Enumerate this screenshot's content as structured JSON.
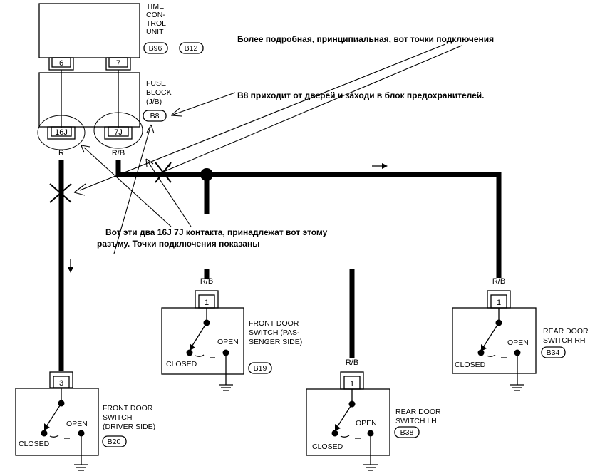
{
  "time_control_unit": {
    "name_lines": [
      "TIME",
      "CON-",
      "TROL",
      "UNIT"
    ],
    "connectors": [
      "B96",
      "B12"
    ],
    "separator": ",",
    "pins": [
      "6",
      "7"
    ]
  },
  "fuse_block": {
    "name_lines": [
      "FUSE",
      "BLOCK",
      "(J/B)"
    ],
    "connector": "B8",
    "pins": [
      "16J",
      "7J"
    ]
  },
  "wire_colors": {
    "left_top": "R",
    "right_top": "R/B",
    "driver": "R",
    "passenger": "R/B",
    "rear_lh": "R/B",
    "rear_rh": "R/B"
  },
  "switches": {
    "driver": {
      "name_lines": [
        "FRONT DOOR",
        "SWITCH",
        "(DRIVER SIDE)"
      ],
      "connector": "B20",
      "pin": "3",
      "open": "OPEN",
      "closed": "CLOSED"
    },
    "passenger": {
      "name_lines": [
        "FRONT DOOR",
        "SWITCH (PAS-",
        "SENGER SIDE)"
      ],
      "connector": "B19",
      "pin": "1",
      "open": "OPEN",
      "closed": "CLOSED"
    },
    "rear_lh": {
      "name_lines": [
        "REAR DOOR",
        "SWITCH LH"
      ],
      "connector": "B38",
      "pin": "1",
      "open": "OPEN",
      "closed": "CLOSED"
    },
    "rear_rh": {
      "name_lines": [
        "REAR DOOR",
        "SWITCH RH"
      ],
      "connector": "B34",
      "pin": "1",
      "open": "OPEN",
      "closed": "CLOSED"
    }
  },
  "annotations": {
    "top": "Более подробная, принципиальная, вот точки подключения",
    "b8": "В8 приходит от дверей и заходи в блок предохранителей.",
    "contacts_line1": "Вот эти два 16J 7J  контакта, принадлежат вот этому",
    "contacts_line2": "разъму. Точки подключения показаны"
  }
}
